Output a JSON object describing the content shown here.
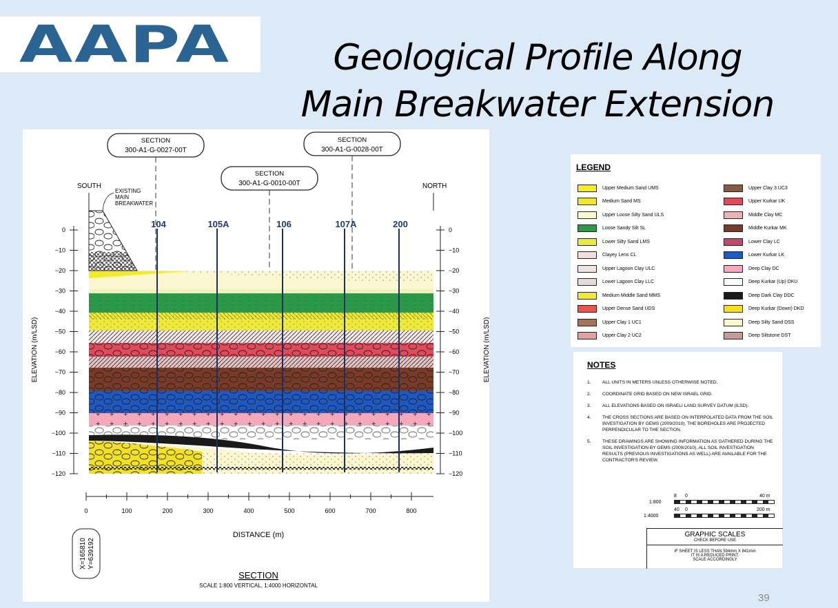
{
  "logo": {
    "text": "AAPA"
  },
  "title": {
    "line1": "Geological Profile Along",
    "line2": "Main Breakwater Extension"
  },
  "page_number": "39",
  "profile": {
    "south": "SOUTH",
    "north": "NORTH",
    "existing_breakwater": [
      "EXISTING",
      "MAIN",
      "BREAKWATER"
    ],
    "section_callouts": [
      {
        "line1": "SECTION",
        "line2": "300-A1-G-0027-00T"
      },
      {
        "line1": "SECTION",
        "line2": "300-A1-G-0010-00T"
      },
      {
        "line1": "SECTION",
        "line2": "300-A1-G-0028-00T"
      }
    ],
    "boreholes": [
      "104",
      "105A",
      "106",
      "107A",
      "200"
    ],
    "y_axis_label": "ELEVATION (m/LSD)",
    "y_ticks": [
      "0",
      "−10",
      "−20",
      "−30",
      "−40",
      "−50",
      "−60",
      "−70",
      "−80",
      "−90",
      "−100",
      "−110",
      "−120"
    ],
    "x_ticks": [
      "0",
      "100",
      "200",
      "300",
      "400",
      "500",
      "600",
      "700",
      "800"
    ],
    "x_axis_label": "DISTANCE (m)",
    "coordinates": {
      "x": "X=165810",
      "y": "Y=639192"
    },
    "section_title": "SECTION",
    "section_scale": "SCALE 1:800 VERTICAL, 1:4000 HORIZONTAL"
  },
  "legend": {
    "title": "LEGEND",
    "items": [
      {
        "label": "Upper Medium Sand UMS",
        "color": "#f5ee1a"
      },
      {
        "label": "Medium Sand MS",
        "color": "#f0e62a"
      },
      {
        "label": "Upper Loose Silty Sand ULS",
        "color": "#fbf8cf"
      },
      {
        "label": "Loose Sandy Silt SL",
        "color": "#2a9a48"
      },
      {
        "label": "Lower Silty Sand LMS",
        "color": "#eeea3a"
      },
      {
        "label": "Clayey Lens CL",
        "color": "#f2dcdc"
      },
      {
        "label": "Upper Lagoon Clay ULC",
        "color": "#efe4e4"
      },
      {
        "label": "Lower Lagoon Clay LLC",
        "color": "#e8dada"
      },
      {
        "label": "Medium Middle Sand MMS",
        "color": "#f3ea2c"
      },
      {
        "label": "Upper Dense Sand UDS",
        "color": "#e8564c"
      },
      {
        "label": "Upper Clay 1 UC1",
        "color": "#a6745c"
      },
      {
        "label": "Upper Clay 2 UC2",
        "color": "#e4a0a0"
      },
      {
        "label": "Upper Clay 3 UC3",
        "color": "#8a5a40"
      },
      {
        "label": "Upper Kurkar UK",
        "color": "#e04a5a"
      },
      {
        "label": "Middle Clay MC",
        "color": "#e8b4b4"
      },
      {
        "label": "Middle Kurkar MK",
        "color": "#7a3a28"
      },
      {
        "label": "Lower Clay LC",
        "color": "#c24a6c"
      },
      {
        "label": "Lower Kurkar LK",
        "color": "#1e58c2"
      },
      {
        "label": "Deep Clay DC",
        "color": "#f4a8bc"
      },
      {
        "label": "Deep Kurkar (Up) DKU",
        "color": "#ffffff"
      },
      {
        "label": "Deep Dark Clay DDC",
        "color": "#1a1a1a"
      },
      {
        "label": "Deep Kurkar (Down) DKD",
        "color": "#f4e220"
      },
      {
        "label": "Deep Silty Sand DSS",
        "color": "#fbf6cc"
      },
      {
        "label": "Deep Siltstone DST",
        "color": "#c89a9a"
      }
    ]
  },
  "notes": {
    "title": "NOTES",
    "items": [
      "ALL UNITS IN METERS UNLESS OTHERWISE NOTED.",
      "COORDINATE GRID BASED ON NEW ISRAEL GRID.",
      "ALL ELEVATIONS BASED ON ISRAELI LAND SURVEY DATUM (ILSD).",
      "THE CROSS SECTIONS ARE BASED ON INTERPOLATED DATA FROM THE SOIL INVESTIGATION BY GEMS (2009/2010). THE BOREHOLES ARE PROJECTED PERPENDICULAR TO THE SECTION.",
      "THESE DRAWINGS ARE SHOWING INFORMATION AS GATHERED DURING THE SOIL INVESTIGATION BY GEMS (2009/2010). ALL SOIL INVESTIGATION RESULTS (PREVIOUS INVESTIGATIONS AS WELL) ARE AVAILABLE FOR THE CONTRACTOR'S REVIEW."
    ],
    "scale_bars": [
      {
        "ratio": "1:800",
        "start": "8",
        "zero": "0",
        "end": "40 m"
      },
      {
        "ratio": "1:4000",
        "start": "40",
        "zero": "0",
        "end": "200 m"
      }
    ],
    "graphic_scales_title": "GRAPHIC SCALES",
    "graphic_scales_sub": "CHECK BEFORE USE",
    "reduced_print": [
      "IF SHEET IS LESS THAN 594mm X 841mm",
      "IT IS A REDUCED PRINT.",
      "SCALE ACCORDINGLY"
    ]
  }
}
